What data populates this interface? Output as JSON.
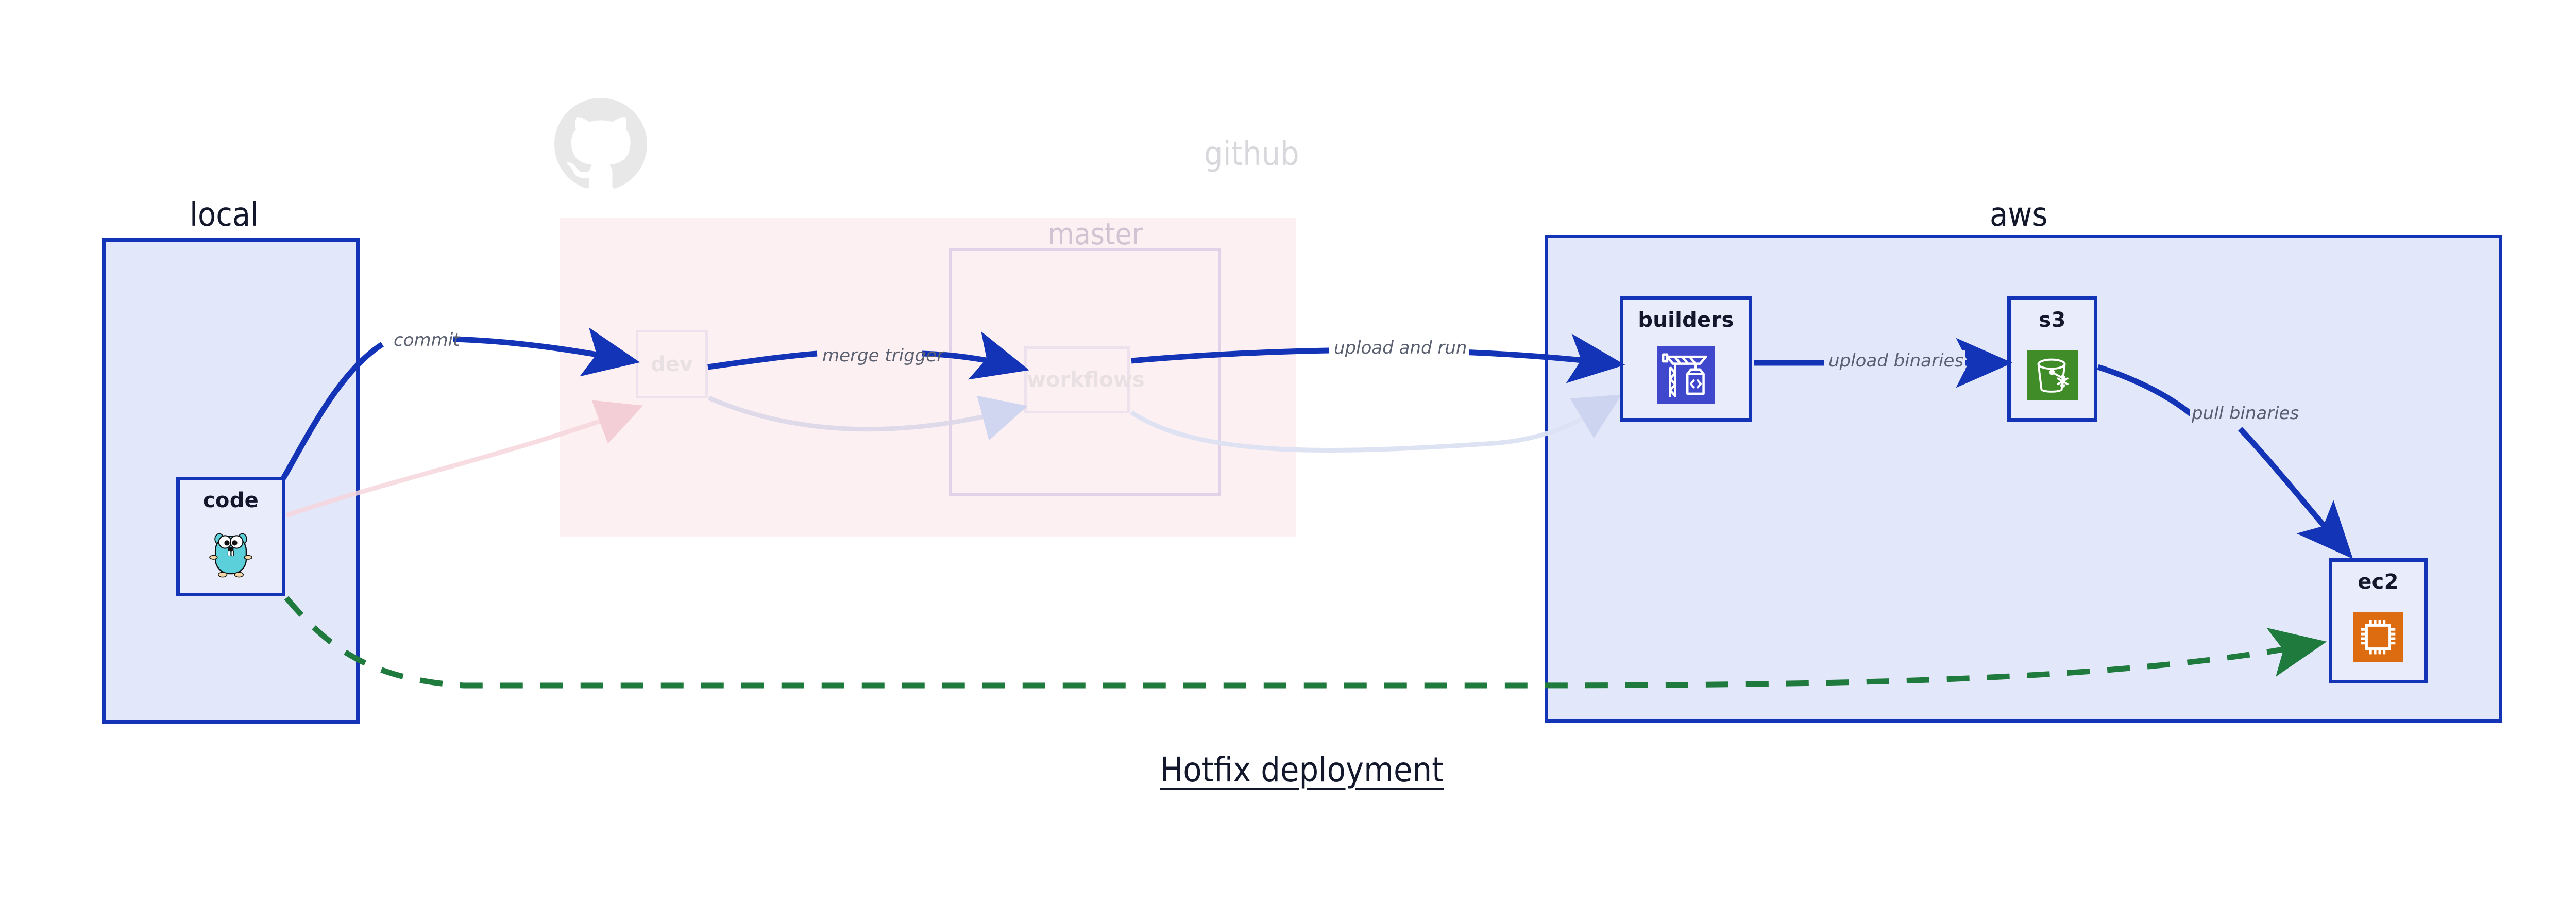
{
  "diagram": {
    "caption": "Hotfix deployment",
    "groups": [
      {
        "id": "local",
        "label": "local",
        "icon": "none",
        "style": "solid-blue"
      },
      {
        "id": "github",
        "label": "github",
        "icon": "github-octocat-icon",
        "style": "faded-pink"
      },
      {
        "id": "master",
        "label": "master",
        "icon": "none",
        "style": "faded-purple"
      },
      {
        "id": "aws",
        "label": "aws",
        "icon": "none",
        "style": "solid-blue"
      }
    ],
    "nodes": [
      {
        "id": "code",
        "label": "code",
        "icon": "go-gopher-icon",
        "group": "local",
        "state": "active"
      },
      {
        "id": "dev",
        "label": "dev",
        "icon": "none",
        "group": "github",
        "state": "faded"
      },
      {
        "id": "workflows",
        "label": "workflows",
        "icon": "none",
        "group": "master",
        "state": "faded"
      },
      {
        "id": "builders",
        "label": "builders",
        "icon": "aws-crane-code-icon",
        "group": "aws",
        "state": "active"
      },
      {
        "id": "s3",
        "label": "s3",
        "icon": "aws-s3-bucket-icon",
        "group": "aws",
        "state": "active"
      },
      {
        "id": "ec2",
        "label": "ec2",
        "icon": "aws-ec2-chip-icon",
        "group": "aws",
        "state": "active"
      }
    ],
    "edges": [
      {
        "id": "commit",
        "label": "commit",
        "from": "code",
        "to": "dev",
        "style": "solid",
        "color": "#1434b8"
      },
      {
        "id": "merge-trigger",
        "label": "merge trigger",
        "from": "dev",
        "to": "workflows",
        "style": "solid",
        "color": "#1434b8"
      },
      {
        "id": "upload-and-run",
        "label": "upload and run",
        "from": "workflows",
        "to": "builders",
        "style": "solid",
        "color": "#1434b8"
      },
      {
        "id": "upload-binaries",
        "label": "upload binaries",
        "from": "builders",
        "to": "s3",
        "style": "solid",
        "color": "#1434b8"
      },
      {
        "id": "pull-binaries",
        "label": "pull binaries",
        "from": "s3",
        "to": "ec2",
        "style": "solid",
        "color": "#1434b8"
      },
      {
        "id": "hotfix-direct",
        "label": "",
        "from": "code",
        "to": "ec2",
        "style": "dashed",
        "color": "#1f7a3d"
      }
    ],
    "colors": {
      "group_fill_blue": "#e2e7fa",
      "group_stroke_blue": "#1434b8",
      "group_fill_pink": "#fadee3",
      "node_fill": "#e9edfb",
      "edge_blue": "#1434b8",
      "edge_green": "#1f7a3d",
      "label_gray": "#5a6070",
      "text_dark": "#13172b",
      "icon_builders": "#3f48cc",
      "icon_s3": "#3f8c28",
      "icon_ec2": "#dd6b10",
      "icon_gopher": "#5cd0da"
    }
  }
}
